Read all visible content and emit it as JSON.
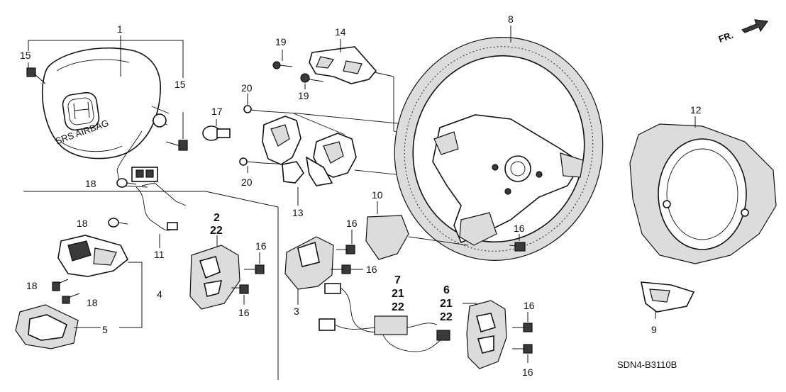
{
  "diagram": {
    "orientation": "FR.",
    "code": "SDN4-B3110B",
    "callouts": {
      "c1": "1",
      "c15a": "15",
      "c15b": "15",
      "c17": "17",
      "c19a": "19",
      "c19b": "19",
      "c14": "14",
      "c20a": "20",
      "c20b": "20",
      "c13": "13",
      "c8": "8",
      "c12": "12",
      "c18a": "18",
      "c18b": "18",
      "c18c": "18",
      "c18d": "18",
      "c11": "11",
      "c4": "4",
      "c5": "5",
      "c2": "2",
      "c22a": "22",
      "c16a": "16",
      "c16b": "16",
      "c16c": "16",
      "c16d": "16",
      "c16e": "16",
      "c16f": "16",
      "c16g": "16",
      "c10": "10",
      "c3": "3",
      "c7": "7",
      "c21a": "21",
      "c22b": "22",
      "c6": "6",
      "c21b": "21",
      "c22c": "22",
      "c9": "9"
    },
    "airbag_text": "SRS AIRBAG"
  }
}
